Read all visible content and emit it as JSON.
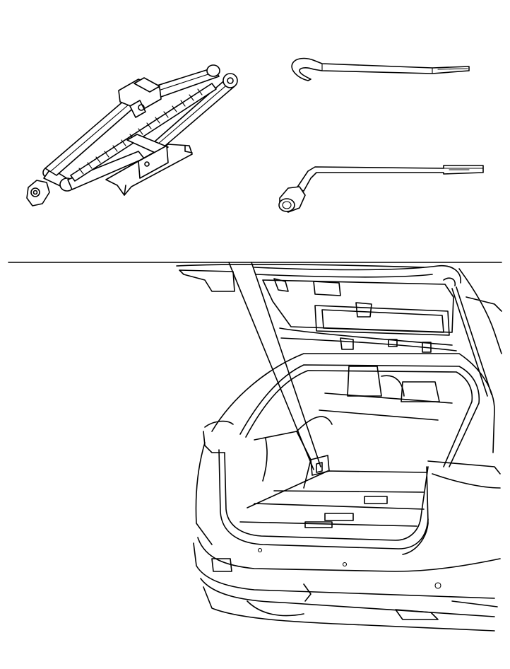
{
  "diagram": {
    "components": [
      {
        "id": "scissor-jack",
        "icon": "scissor-jack-icon"
      },
      {
        "id": "jack-handle",
        "icon": "jack-handle-icon"
      },
      {
        "id": "wheel-nut-wrench",
        "icon": "wheel-nut-wrench-icon"
      },
      {
        "id": "vehicle-rear",
        "icon": "vehicle-rear-cargo-icon"
      }
    ],
    "line_color": "#000000",
    "background_color": "#ffffff"
  }
}
